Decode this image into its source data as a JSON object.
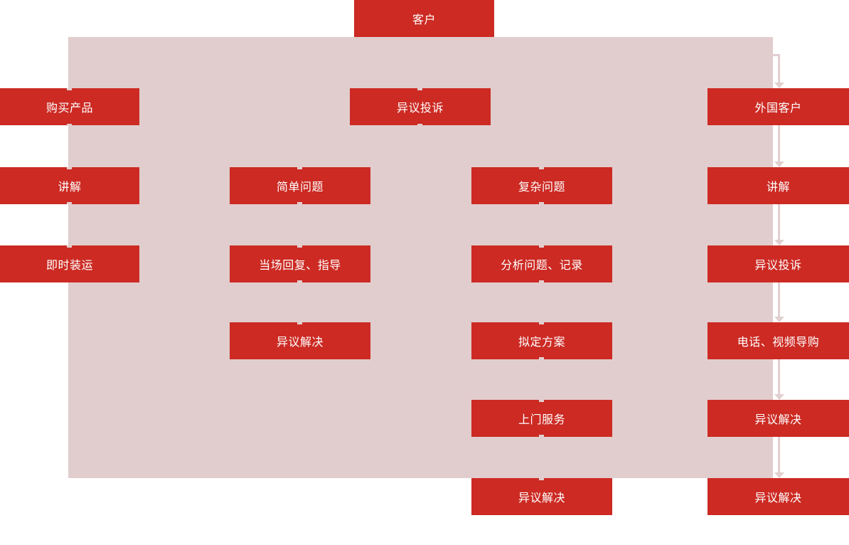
{
  "colors": {
    "node_fill": "#CC2A23",
    "background_panel": "#E1CDCD",
    "connector": "#E2CFCF",
    "node_text": "#FFFFFF"
  },
  "flow": {
    "root": {
      "label": "客户"
    },
    "complaint": {
      "label": "异议投诉"
    },
    "purchase_column": {
      "nodes": [
        {
          "label": "购买产品"
        },
        {
          "label": "讲解"
        },
        {
          "label": "即时装运"
        }
      ]
    },
    "simple_issue_column": {
      "nodes": [
        {
          "label": "简单问题"
        },
        {
          "label": "当场回复、指导"
        },
        {
          "label": "异议解决"
        }
      ]
    },
    "complex_issue_column": {
      "nodes": [
        {
          "label": "复杂问题"
        },
        {
          "label": "分析问题、记录"
        },
        {
          "label": "拟定方案"
        },
        {
          "label": "上门服务"
        },
        {
          "label": "异议解决"
        }
      ]
    },
    "foreign_column": {
      "nodes": [
        {
          "label": "外国客户"
        },
        {
          "label": "讲解"
        },
        {
          "label": "异议投诉"
        },
        {
          "label": "电话、视频导购"
        },
        {
          "label": "异议解决"
        },
        {
          "label": "异议解决"
        }
      ]
    }
  }
}
